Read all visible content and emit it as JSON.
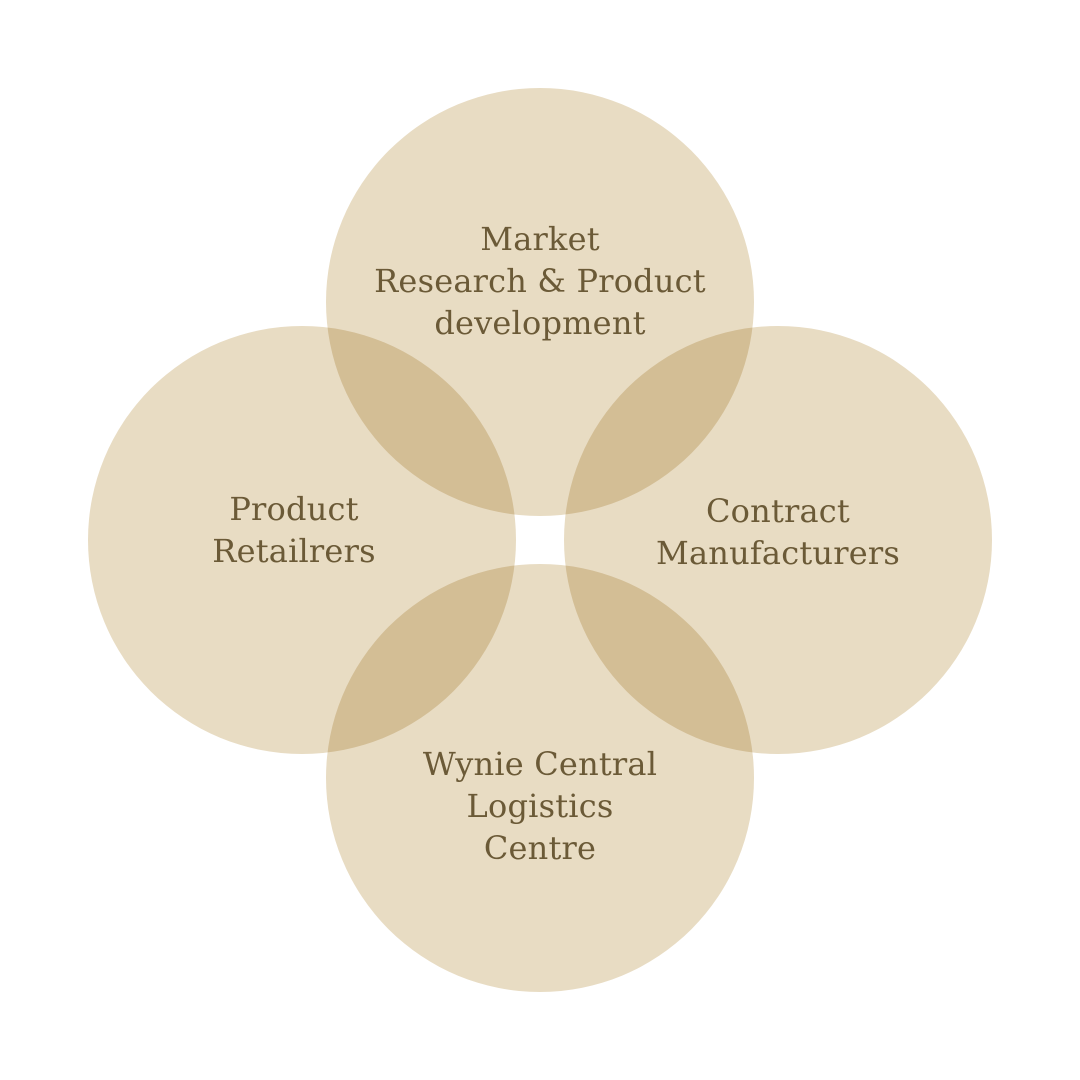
{
  "diagram": {
    "colors": {
      "circle_fill": "#e8dcc3",
      "text": "#6b5a37",
      "background": "#ffffff"
    },
    "nodes": [
      {
        "id": "top",
        "lines": [
          "Market",
          "Research & Product",
          "development"
        ]
      },
      {
        "id": "left",
        "lines": [
          "Product",
          "Retailrers"
        ]
      },
      {
        "id": "right",
        "lines": [
          "Contract",
          "Manufacturers"
        ]
      },
      {
        "id": "bottom",
        "lines": [
          "Wynie Central",
          "Logistics",
          "Centre"
        ]
      }
    ]
  }
}
